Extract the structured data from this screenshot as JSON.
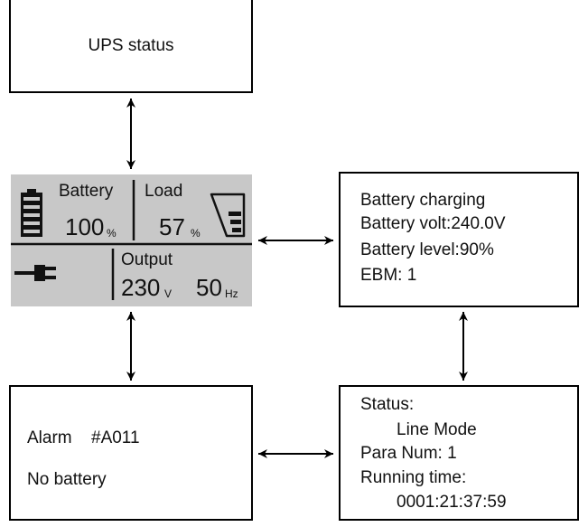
{
  "ups_status_box": {
    "title": "UPS status"
  },
  "lcd": {
    "battery_label": "Battery",
    "battery_value": "100",
    "battery_unit": "%",
    "load_label": "Load",
    "load_value": "57",
    "load_unit": "%",
    "output_label": "Output",
    "voltage_value": "230",
    "voltage_unit": "V",
    "frequency_value": "50",
    "frequency_unit": "Hz"
  },
  "battery_info_box": {
    "lines": [
      "Battery charging",
      "Battery volt:240.0V",
      "Battery level:90%",
      "EBM: 1"
    ]
  },
  "alarm_box": {
    "alarm_label": "Alarm",
    "alarm_code": "#A011",
    "message": "No battery"
  },
  "status_box": {
    "status_label": "Status:",
    "mode": "Line Mode",
    "para_num": "Para Num: 1",
    "running_label": "Running time:",
    "running_time": "0001:21:37:59"
  },
  "colors": {
    "lcd_background": "#c8c8c8",
    "ink": "#111111"
  }
}
